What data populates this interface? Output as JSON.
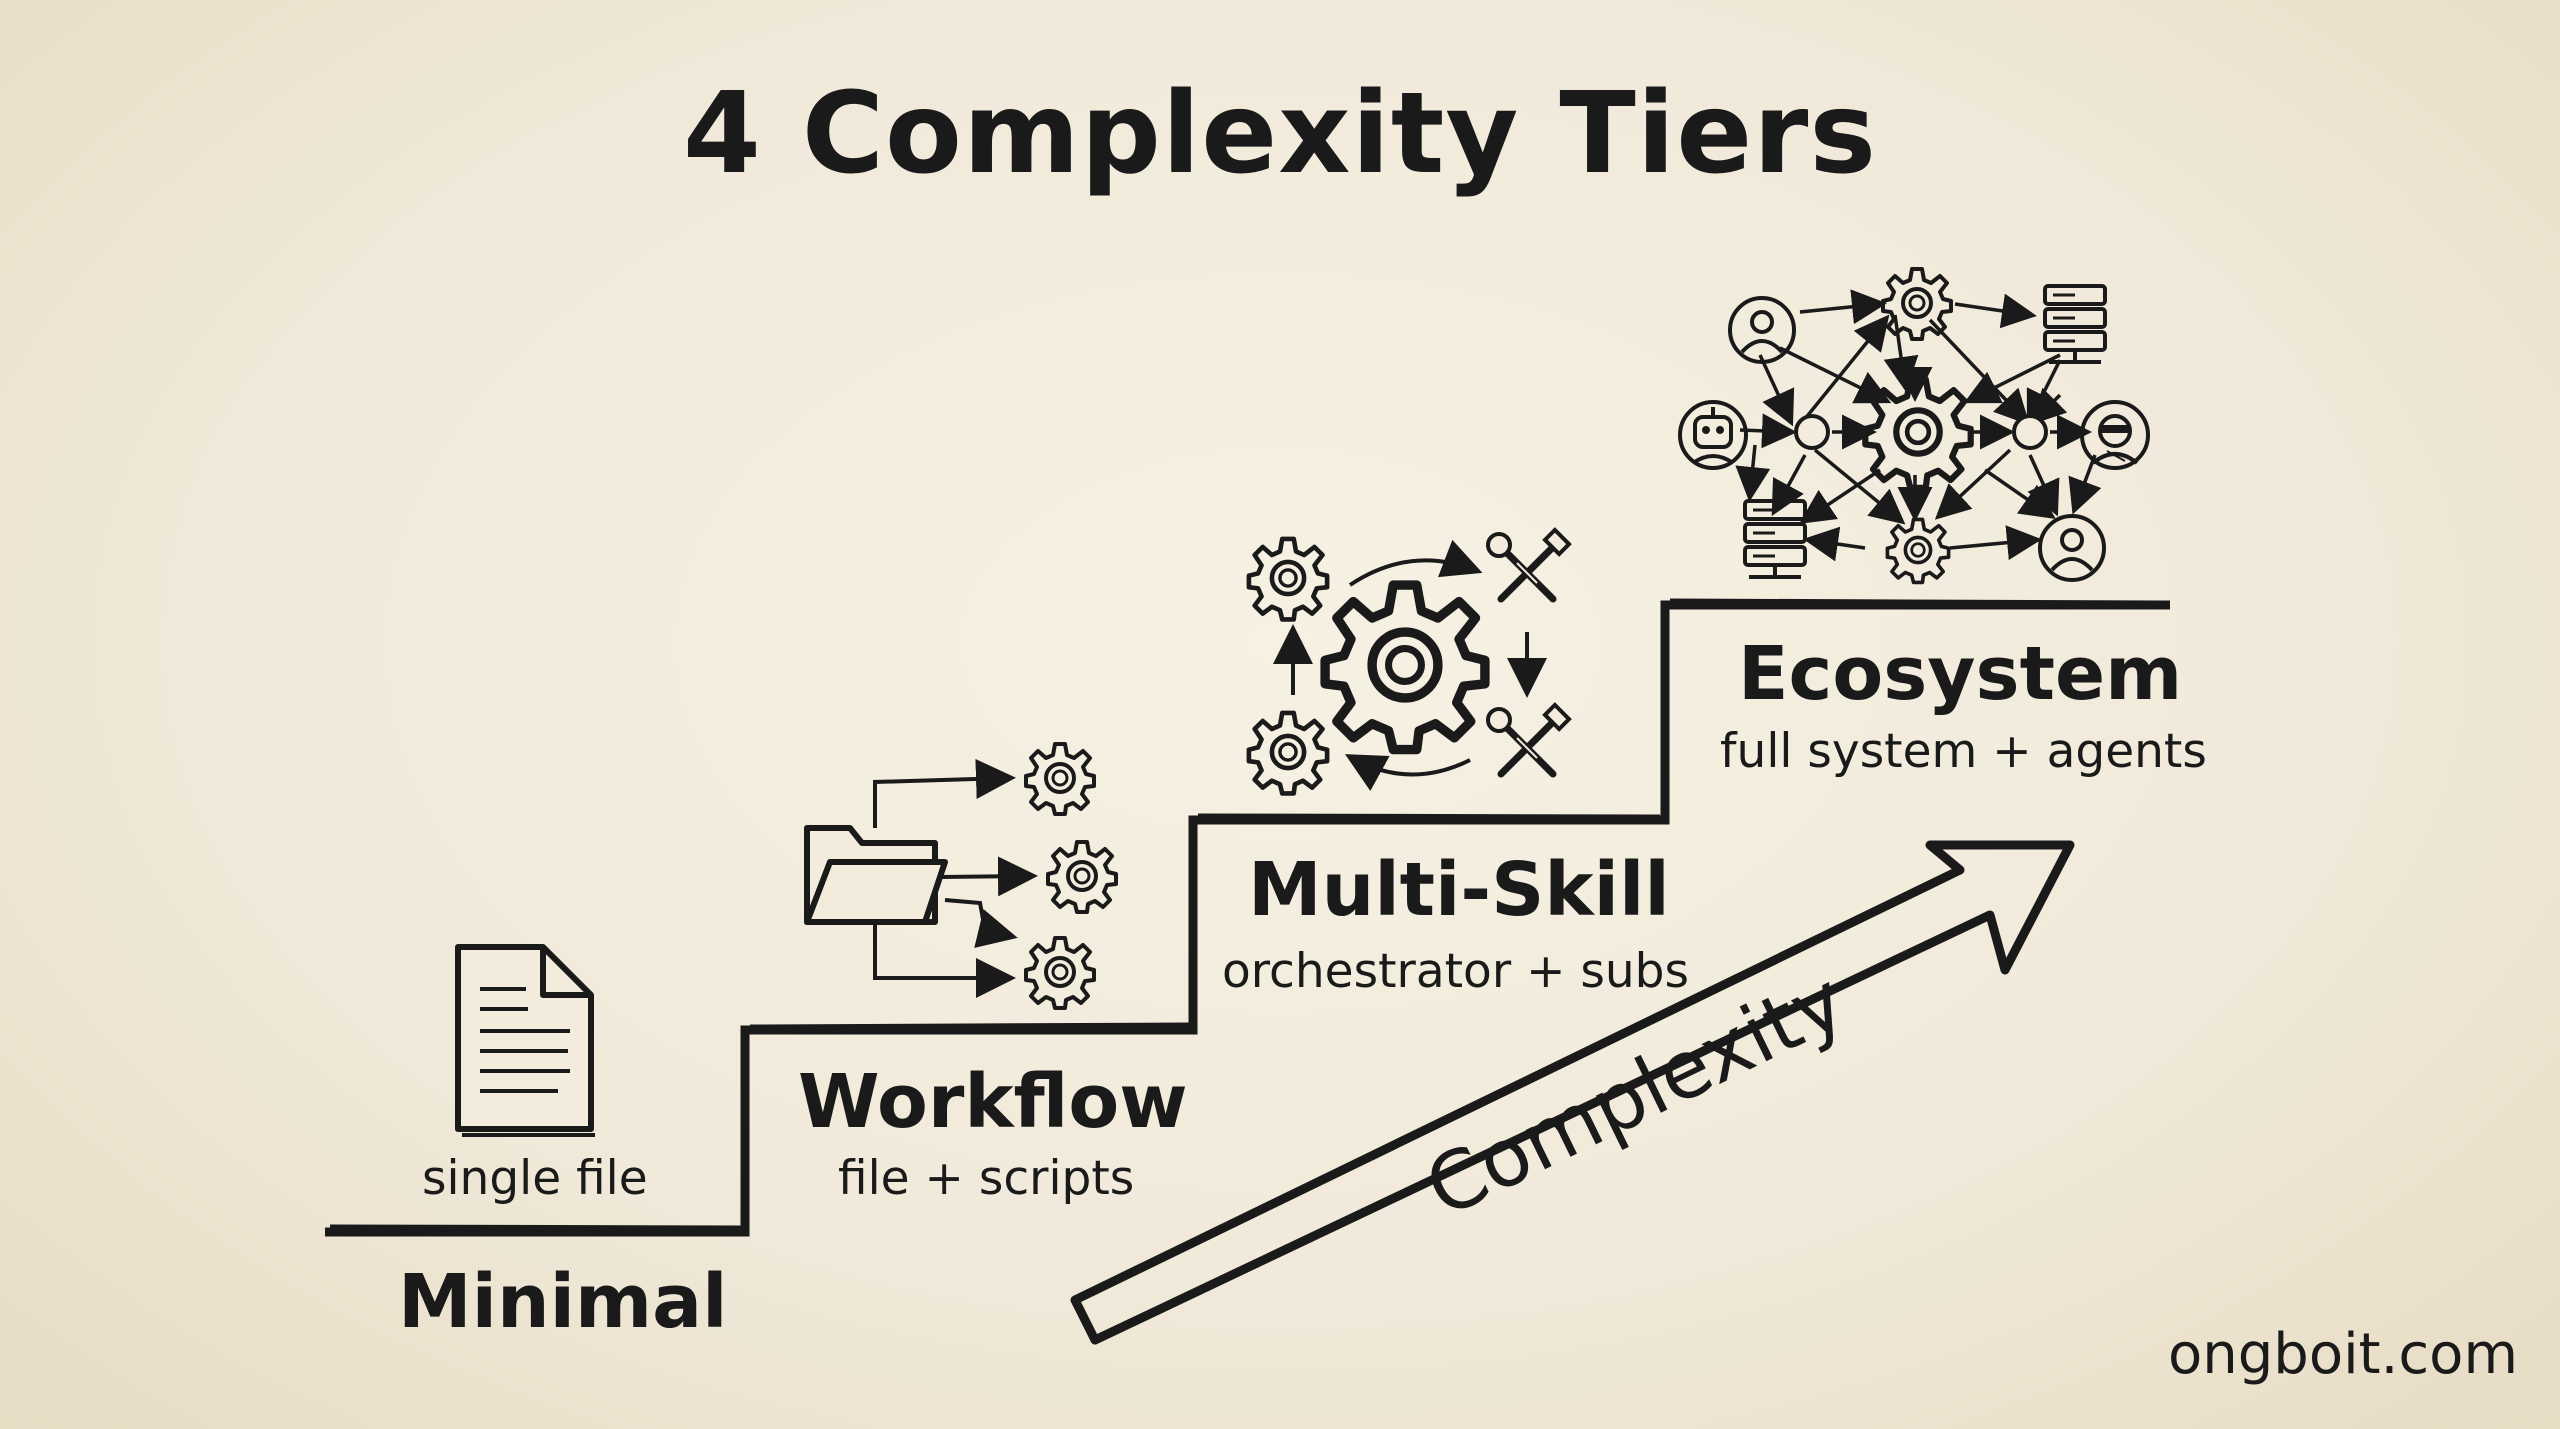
{
  "title": "4 Complexity Tiers",
  "arrow_label": "Complexity",
  "credit": "ongboit.com",
  "colors": {
    "ink": "#1a1a1a",
    "paper": "#f3ecdd"
  },
  "tiers": [
    {
      "name": "Minimal",
      "description": "single file",
      "icon": "document-icon"
    },
    {
      "name": "Workflow",
      "description": "file + scripts",
      "icon": "folder-icon"
    },
    {
      "name": "Multi-Skill",
      "description": "orchestrator + subs",
      "icon": "gear-icon"
    },
    {
      "name": "Ecosystem",
      "description": "full system + agents",
      "icon": "network-icon"
    }
  ]
}
